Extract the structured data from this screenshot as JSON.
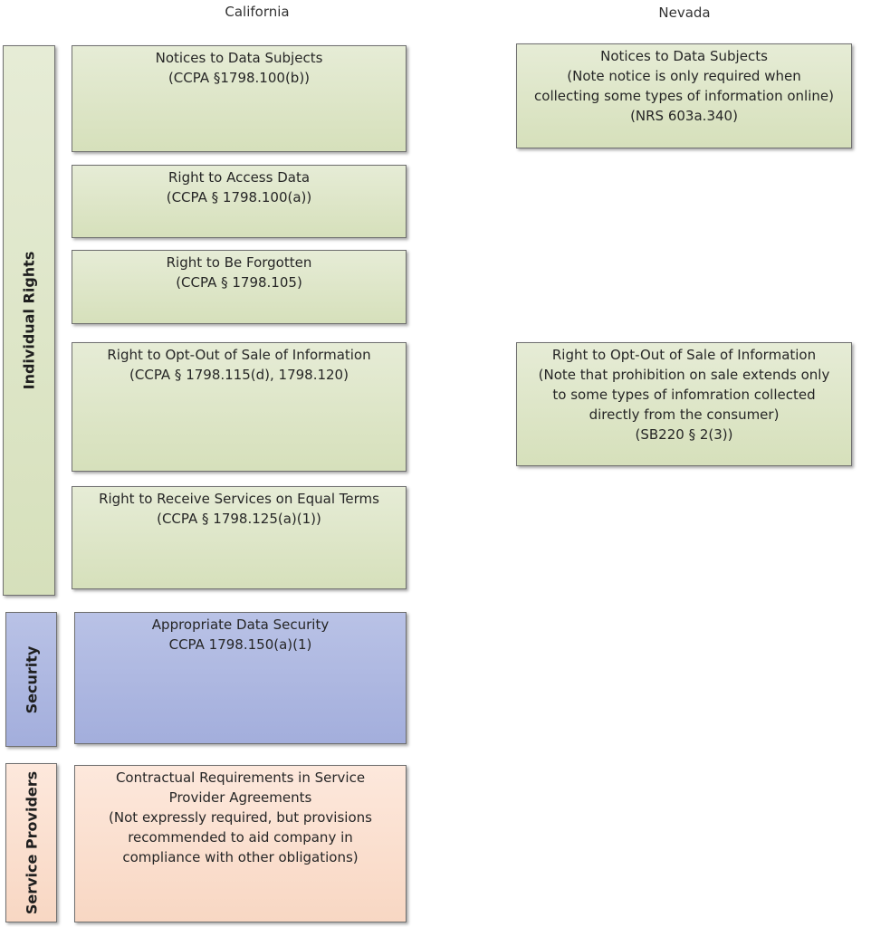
{
  "columns": {
    "california": "California",
    "nevada": "Nevada"
  },
  "categories": {
    "individual_rights": "Individual Rights",
    "security": "Security",
    "service_providers": "Service Providers"
  },
  "california": {
    "notices": [
      "Notices to Data Subjects",
      "(CCPA §1798.100(b))"
    ],
    "access": [
      "Right to Access Data",
      "(CCPA § 1798.100(a))"
    ],
    "forgotten": [
      "Right to Be Forgotten",
      "(CCPA § 1798.105)"
    ],
    "opt_out": [
      "Right to Opt-Out of Sale of Information",
      "(CCPA § 1798.115(d), 1798.120)"
    ],
    "equal_terms": [
      "Right to Receive Services on Equal Terms",
      "(CCPA § 1798.125(a)(1))"
    ],
    "security": [
      "Appropriate Data Security",
      "CCPA 1798.150(a)(1)"
    ],
    "service_providers": [
      "Contractual Requirements in Service",
      "Provider Agreements",
      "(Not expressly required, but provisions",
      "recommended to aid company in",
      "compliance with other obligations)"
    ]
  },
  "nevada": {
    "notices": [
      "Notices to Data Subjects",
      "(Note notice is only required when",
      "collecting some types of information online)",
      "(NRS 603a.340)"
    ],
    "opt_out": [
      "Right to Opt-Out of Sale of Information",
      "(Note that prohibition on sale extends only",
      "to some types of infomration collected",
      "directly from the consumer)",
      "(SB220 § 2(3))"
    ]
  },
  "colors": {
    "individual_rights": "#d6e0bb",
    "security": "#a3aedc",
    "service_providers": "#f8d7c3"
  }
}
